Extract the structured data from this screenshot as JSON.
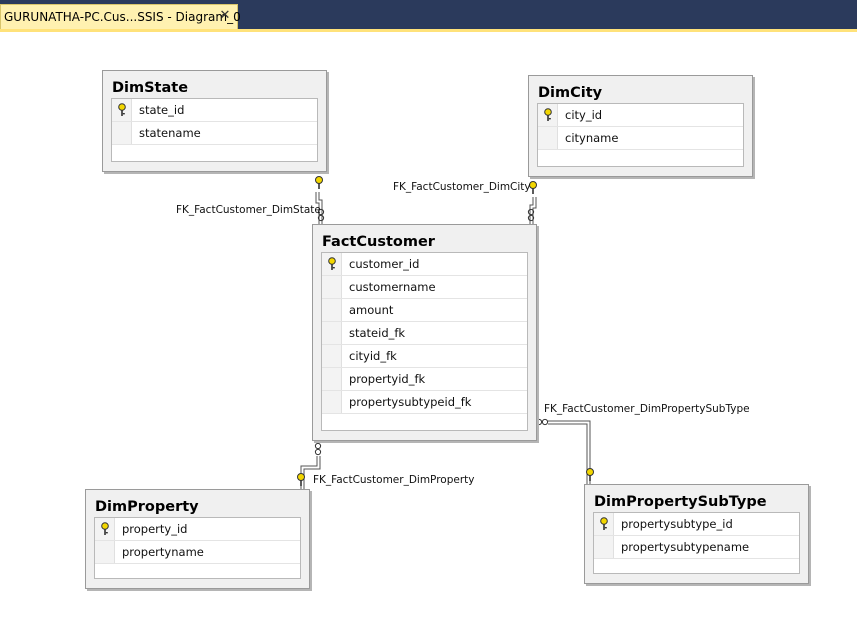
{
  "tab": {
    "title": "GURUNATHA-PC.Cus...SSIS - Diagram_0",
    "close": "✕"
  },
  "tables": {
    "dimstate": {
      "name": "DimState",
      "columns": [
        "state_id",
        "statename"
      ]
    },
    "dimcity": {
      "name": "DimCity",
      "columns": [
        "city_id",
        "cityname"
      ]
    },
    "factcustomer": {
      "name": "FactCustomer",
      "columns": [
        "customer_id",
        "customername",
        "amount",
        "stateid_fk",
        "cityid_fk",
        "propertyid_fk",
        "propertysubtypeid_fk"
      ]
    },
    "dimproperty": {
      "name": "DimProperty",
      "columns": [
        "property_id",
        "propertyname"
      ]
    },
    "dimpropertysubtype": {
      "name": "DimPropertySubType",
      "columns": [
        "propertysubtype_id",
        "propertysubtypename"
      ]
    }
  },
  "relationships": {
    "state": "FK_FactCustomer_DimState",
    "city": "FK_FactCustomer_DimCity",
    "property": "FK_FactCustomer_DimProperty",
    "subtype": "FK_FactCustomer_DimPropertySubType"
  },
  "icons": {
    "primary_key": "key-icon",
    "relationship_one": "key-icon",
    "relationship_many": "infinity-icon"
  },
  "colors": {
    "key": "#f2d600",
    "tab": "#fff1b0",
    "topbar": "#2b3a5c"
  }
}
